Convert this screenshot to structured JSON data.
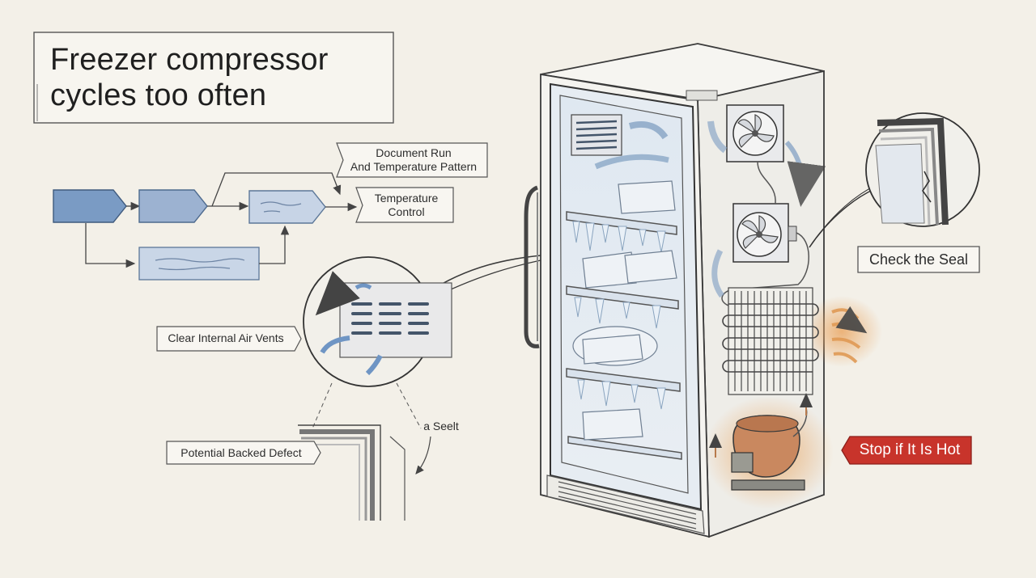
{
  "title_line1": "Freezer compressor",
  "title_line2": "cycles too often",
  "labels": {
    "document_run_line1": "Document Run",
    "document_run_line2": "And Temperature Pattern",
    "temperature_control_line1": "Temperature",
    "temperature_control_line2": "Control",
    "clear_vents": "Clear Internal Air Vents",
    "potential_defect": "Potential Backed Defect",
    "a_seelt": "a Seelt",
    "check_seal": "Check the Seal",
    "stop_hot": "Stop if It Is Hot"
  },
  "colors": {
    "background": "#f3f0e8",
    "arrow_blue": "#8ba7c7",
    "box_blue": "#a8bdd8",
    "warning_red": "#c8342b",
    "heat_orange": "#e6a35a",
    "ink": "#3a3a3a"
  }
}
